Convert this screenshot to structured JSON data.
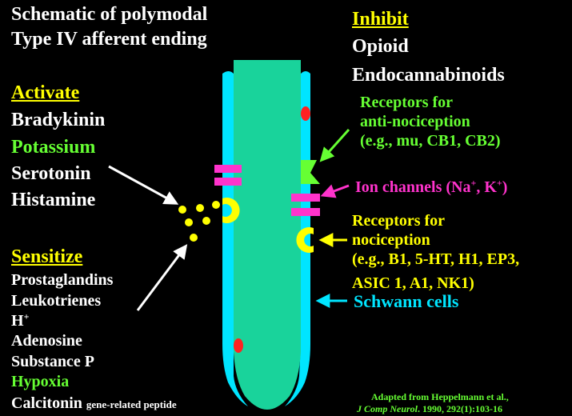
{
  "title": {
    "line1": "Schematic of polymodal",
    "line2": "Type IV afferent ending"
  },
  "activate": {
    "heading": "Activate",
    "items": [
      "Bradykinin",
      "Potassium",
      "Serotonin",
      "Histamine"
    ]
  },
  "sensitize": {
    "heading": "Sensitize",
    "items": [
      "Prostaglandins",
      "Leukotrienes",
      "H",
      "Adenosine",
      "Substance P",
      "Hypoxia",
      "Calcitonin"
    ],
    "h_superscript": "+",
    "calcitonin_suffix": "gene-related peptide"
  },
  "inhibit": {
    "heading": "Inhibit",
    "items": [
      "Opioid",
      "Endocannabinoids"
    ]
  },
  "labels": {
    "anti_nociception": [
      "Receptors for",
      "anti-nociception",
      "(e.g., mu, CB1, CB2)"
    ],
    "ion_channels_prefix": "Ion channels (Na",
    "ion_channels_mid": ", K",
    "ion_channels_suffix": ")",
    "ion_sup": "+",
    "nociception": [
      "Receptors for",
      "nociception",
      "(e.g., B1, 5-HT, H1, EP3,",
      "ASIC 1, A1, NK1)"
    ],
    "schwann": "Schwann cells"
  },
  "citation": {
    "line1": "Adapted from Heppelmann et al.,",
    "journal": "J Comp Neurol",
    "rest": ". 1990, 292(1):103-16"
  },
  "colors": {
    "background": "#000000",
    "axon": "#19d39b",
    "schwann": "#00e5ff",
    "ion_channel": "#ff33cc",
    "receptor_nociception": "#ffff00",
    "receptor_anti": "#66ff33",
    "mitochondria": "#ff2222"
  },
  "icons": {
    "activator_molecules": "yellow-dot-cluster",
    "white_arrow_activate": "arrow-icon",
    "white_arrow_sensitize": "arrow-icon"
  }
}
